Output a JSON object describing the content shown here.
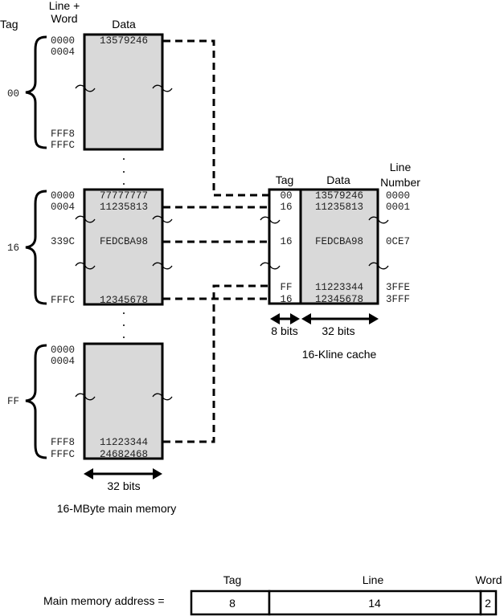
{
  "main_memory": {
    "headers": {
      "tag": "Tag",
      "line_word_1": "Line +",
      "line_word_2": "Word",
      "data": "Data"
    },
    "blocks": [
      {
        "tag": "00",
        "rows": [
          {
            "addr": "0000",
            "data": "13579246"
          },
          {
            "addr": "0004",
            "data": ""
          },
          {
            "addr": "FFF8",
            "data": ""
          },
          {
            "addr": "FFFC",
            "data": ""
          }
        ]
      },
      {
        "tag": "16",
        "rows": [
          {
            "addr": "0000",
            "data": "77777777"
          },
          {
            "addr": "0004",
            "data": "11235813"
          },
          {
            "addr": "339C",
            "data": "FEDCBA98"
          },
          {
            "addr": "FFFC",
            "data": "12345678"
          }
        ]
      },
      {
        "tag": "FF",
        "rows": [
          {
            "addr": "0000",
            "data": ""
          },
          {
            "addr": "0004",
            "data": ""
          },
          {
            "addr": "FFF8",
            "data": "11223344"
          },
          {
            "addr": "FFFC",
            "data": "24682468"
          }
        ]
      }
    ],
    "width_label": "32 bits",
    "caption": "16-MByte main memory"
  },
  "cache": {
    "headers": {
      "tag": "Tag",
      "data": "Data",
      "line_number_1": "Line",
      "line_number_2": "Number"
    },
    "rows": [
      {
        "tag": "00",
        "data": "13579246",
        "line": "0000"
      },
      {
        "tag": "16",
        "data": "11235813",
        "line": "0001"
      },
      {
        "tag": "16",
        "data": "FEDCBA98",
        "line": "0CE7"
      },
      {
        "tag": "FF",
        "data": "11223344",
        "line": "3FFE"
      },
      {
        "tag": "16",
        "data": "12345678",
        "line": "3FFF"
      }
    ],
    "tag_width_label": "8 bits",
    "data_width_label": "32 bits",
    "caption": "16-Kline cache"
  },
  "address_format": {
    "label": "Main memory address =",
    "fields": [
      {
        "name": "Tag",
        "bits": "8"
      },
      {
        "name": "Line",
        "bits": "14"
      },
      {
        "name": "Word",
        "bits": "2"
      }
    ]
  }
}
